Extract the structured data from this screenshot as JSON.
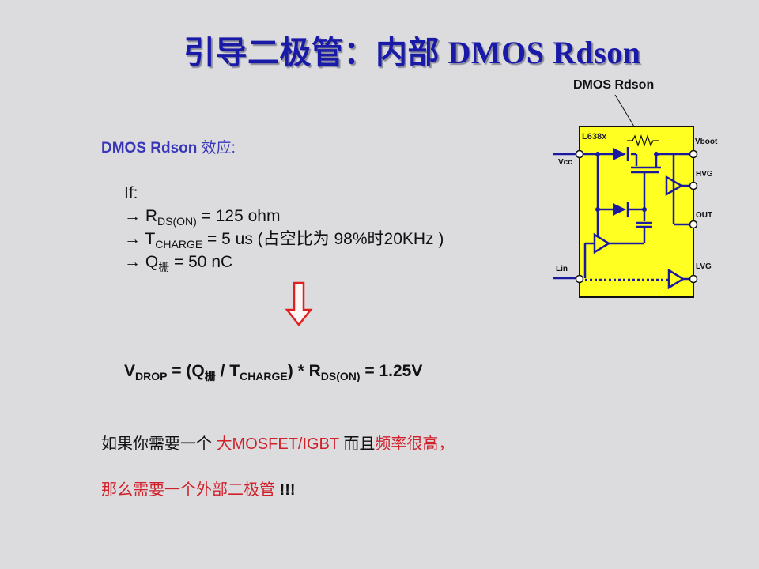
{
  "slide": {
    "title": "引导二极管：内部 DMOS Rdson",
    "heading": {
      "latin": "DMOS Rdson ",
      "cjk": "效应:"
    },
    "conditions": {
      "intro": "If:",
      "arrow": "→",
      "items": [
        {
          "var": "R",
          "sub": "DS(ON)",
          "rest": " = 125 ohm"
        },
        {
          "var": "T",
          "sub": "CHARGE",
          "rest": " = 5 us (占空比为 98%时20KHz )"
        },
        {
          "var": "Q",
          "sub": "栅",
          "rest": " = 50 nC"
        }
      ]
    },
    "formula": {
      "v": "V",
      "v_sub": "DROP",
      "p1": " = (Q",
      "q_sub": "栅",
      "p2": " / T",
      "t_sub": "CHARGE",
      "p3": ") * R",
      "r_sub": "DS(ON)",
      "p4": " = 1.25V"
    },
    "conclusion": {
      "line1": [
        {
          "text": "如果你需要一个 ",
          "color": "black"
        },
        {
          "text": "大MOSFET/IGBT",
          "color": "red"
        },
        {
          "text": " 而且",
          "color": "black"
        },
        {
          "text": "频率很高，",
          "color": "red"
        }
      ],
      "line2": [
        {
          "text": "那么需要一个外部二极管 ",
          "color": "red"
        },
        {
          "text": "!!!",
          "color": "black"
        }
      ]
    },
    "colors": {
      "title": "#1a1aa8",
      "heading": "#3a36b8",
      "red": "#d0202a",
      "chip": "#ffff22",
      "wire": "#1a1aa0"
    }
  },
  "diagram": {
    "callout": "DMOS Rdson",
    "chip_label": "L638x",
    "pins": {
      "vcc": "Vcc",
      "lin": "Lin",
      "vboot": "Vboot",
      "hvg": "HVG",
      "out": "OUT",
      "lvg": "LVG"
    }
  }
}
